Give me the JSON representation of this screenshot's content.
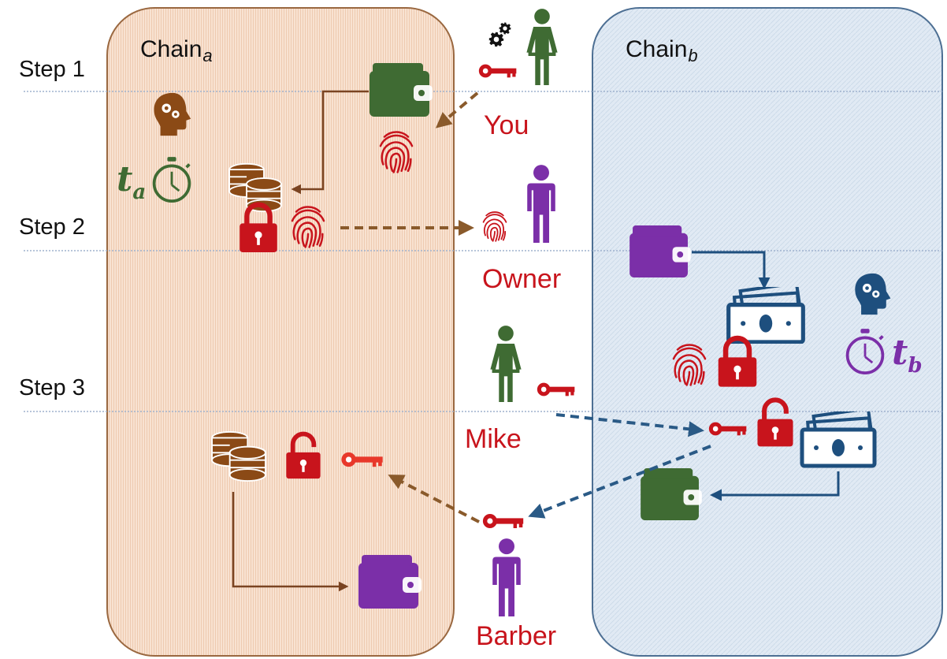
{
  "chains": {
    "a": {
      "name": "Chain",
      "subscript": "a",
      "fill": "#f6dcc8",
      "border": "#9a6840"
    },
    "b": {
      "name": "Chain",
      "subscript": "b",
      "fill": "#dce7f2",
      "border": "#4d6f93"
    }
  },
  "steps": [
    "Step 1",
    "Step 2",
    "Step 3"
  ],
  "participants": {
    "you": "You",
    "owner": "Owner",
    "mike": "Mike",
    "barber": "Barber"
  },
  "timers": {
    "a": {
      "symbol": "t",
      "subscript": "a",
      "color": "#3f6b33"
    },
    "b": {
      "symbol": "t",
      "subscript": "b",
      "color": "#7b2fa8"
    }
  },
  "colors": {
    "green": "#3f6b33",
    "purple": "#7b2fa8",
    "red": "#c8141c",
    "brown": "#8b4a16",
    "navy": "#1e4f7e",
    "arrow_brown": "#8a5a2b",
    "arrow_blue": "#2a5a86"
  },
  "icons": [
    "wallet-icon",
    "fingerprint-icon",
    "coins-icon",
    "lock-icon",
    "unlock-icon",
    "key-icon",
    "banknote-icon",
    "person-icon",
    "head-gears-icon",
    "stopwatch-icon",
    "gears-icon"
  ]
}
